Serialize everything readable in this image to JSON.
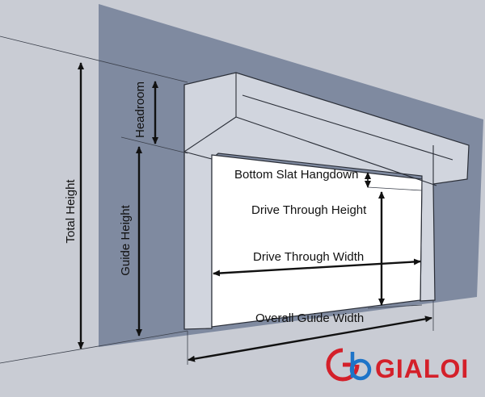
{
  "labels": {
    "total_height": "Total Height",
    "headroom": "Headroom",
    "guide_height": "Guide Height",
    "bottom_slat_hangdown": "Bottom Slat Hangdown",
    "drive_through_height": "Drive Through Height",
    "drive_through_width": "Drive Through Width",
    "overall_guide_width": "Overall Guide Width"
  },
  "logo": {
    "text": "GIALOI",
    "mark": "GL"
  },
  "colors": {
    "background": "#c9ccd4",
    "wall": "#7f8aa0",
    "frame": "#d1d5de",
    "opening": "#ffffff",
    "line": "#111111",
    "logo_red": "#d4202a",
    "logo_blue": "#1e74c8"
  }
}
